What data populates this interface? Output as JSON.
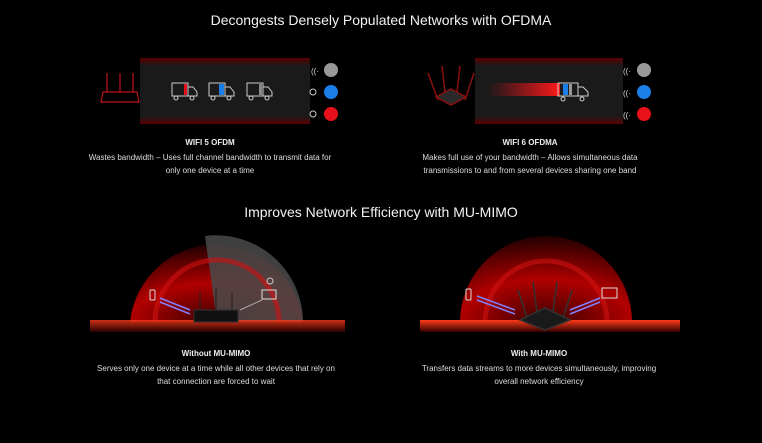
{
  "section1": {
    "title": "Decongests Densely Populated Networks with OFDMA",
    "left": {
      "label": "WIFI 5 OFDM",
      "description_line1": "Wastes bandwidth – Uses full channel bandwidth to transmit data for",
      "description_line2": "only one device at a time"
    },
    "right": {
      "label": "WIFI 6 OFDMA",
      "description_line1": "Makes full use of your bandwidth – Allows simultaneous data",
      "description_line2": "transmissions to and from several devices sharing one band"
    }
  },
  "section2": {
    "title": "Improves Network Efficiency with MU-MIMO",
    "left": {
      "label": "Without MU-MIMO",
      "description_line1": "Serves only one device at a time while all other devices that rely on",
      "description_line2": "that connection are forced to wait"
    },
    "right": {
      "label": "With MU-MIMO",
      "description_line1": "Transfers data streams to more devices simultaneously, improving",
      "description_line2": "overall network efficiency"
    }
  },
  "colors": {
    "accent": "#e8101a",
    "blue": "#1a7ee8",
    "gray": "#9a9a9a",
    "bg": "#000000"
  },
  "icons": [
    "router-icon",
    "truck-icon",
    "mail-icon",
    "gamepad-icon",
    "video-icon",
    "wifi-signal-icon",
    "loading-icon",
    "phone-icon",
    "monitor-icon"
  ]
}
